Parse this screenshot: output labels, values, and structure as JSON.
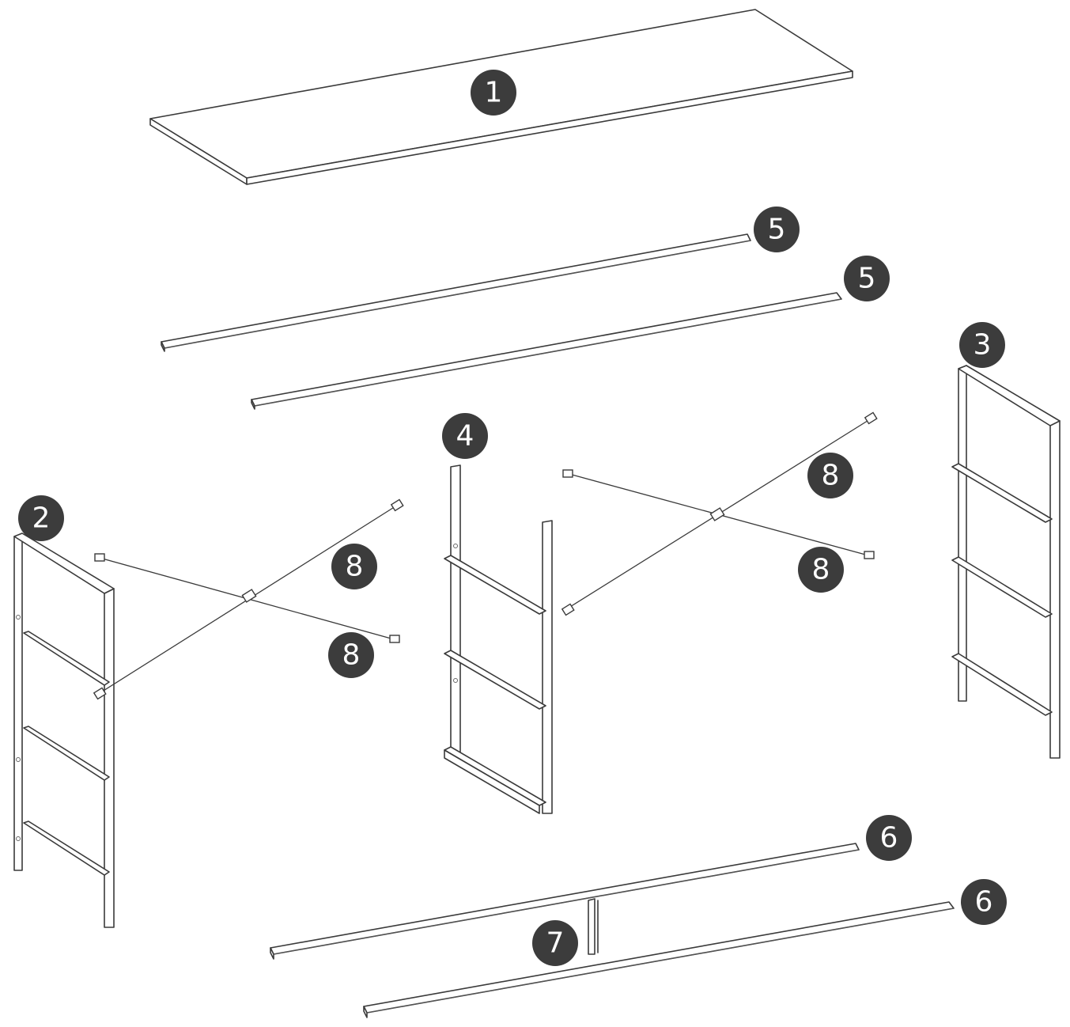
{
  "callouts": {
    "c1": "1",
    "c2": "2",
    "c3": "3",
    "c4": "4",
    "c5a": "5",
    "c5b": "5",
    "c6a": "6",
    "c6b": "6",
    "c7": "7",
    "c8a": "8",
    "c8b": "8",
    "c8c": "8",
    "c8d": "8"
  },
  "colors": {
    "line": "#3a3a3a",
    "callout_fill": "#3c3c3c",
    "callout_text": "#ffffff",
    "background": "#ffffff"
  }
}
